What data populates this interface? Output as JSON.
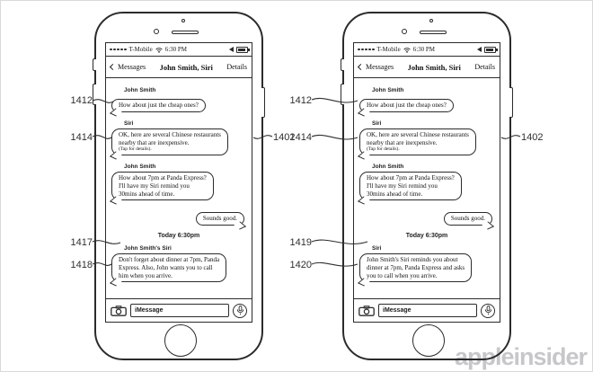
{
  "watermark": "appleinsider",
  "callouts": [
    "1412",
    "1414",
    "1417",
    "1418",
    "1402",
    "1412",
    "1414",
    "1419",
    "1420",
    "1402"
  ],
  "phones": [
    {
      "status": {
        "carrier": "T-Mobile",
        "time": "6:30 PM"
      },
      "nav": {
        "back": "Messages",
        "title": "John Smith, Siri",
        "details": "Details"
      },
      "chat": {
        "msg1": {
          "sender": "John Smith",
          "text": "How about just the cheap ones?"
        },
        "msg2": {
          "sender": "Siri",
          "text": "OK, here are several Chinese restaurants\nnearby that are inexpensive.",
          "note": "(Tap for details)."
        },
        "msg3": {
          "sender": "John Smith",
          "text": "How about 7pm at Panda Express?\nI'll have my Siri remind you\n30mins ahead of time."
        },
        "msg4": {
          "text": "Sounds good."
        },
        "divider": "Today 6:30pm",
        "msg5": {
          "sender": "John Smith's Siri",
          "text": "Don't forget about dinner at 7pm, Panda\nExpress.  Also, John wants you to call\nhim when you arrive."
        }
      },
      "input": {
        "placeholder": "iMessage"
      }
    },
    {
      "status": {
        "carrier": "T-Mobile",
        "time": "6:30 PM"
      },
      "nav": {
        "back": "Messages",
        "title": "John Smith, Siri",
        "details": "Details"
      },
      "chat": {
        "msg1": {
          "sender": "John Smith",
          "text": "How about just the cheap ones?"
        },
        "msg2": {
          "sender": "Siri",
          "text": "OK, here are several Chinese restaurants\nnearby that are inexpensive.",
          "note": "(Tap for details)."
        },
        "msg3": {
          "sender": "John Smith",
          "text": "How about 7pm at Panda Express?\nI'll have my Siri remind you\n30mins ahead of time."
        },
        "msg4": {
          "text": "Sounds good."
        },
        "divider": "Today 6:30pm",
        "msg5": {
          "sender": "Siri",
          "text": "John Smith's Siri reminds you about\ndinner at 7pm, Panda Express and asks\nyou to call when you arrive."
        }
      },
      "input": {
        "placeholder": "iMessage"
      }
    }
  ]
}
